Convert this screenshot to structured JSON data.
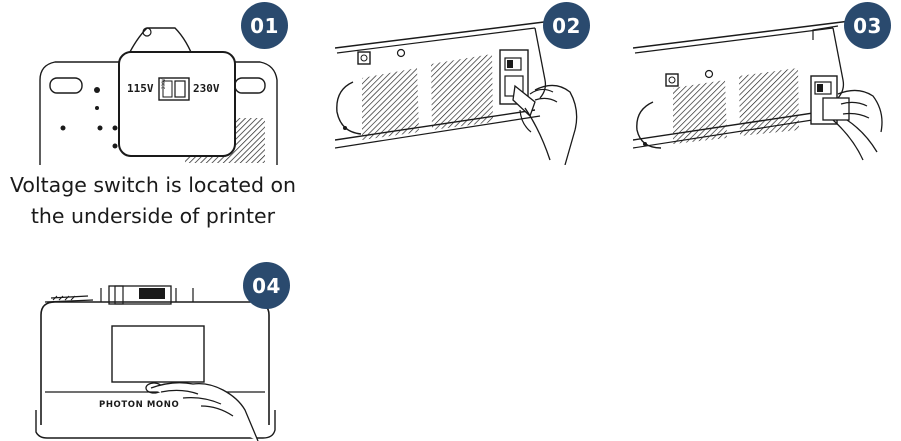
{
  "steps": [
    {
      "number": "01",
      "switch_left_label": "115V",
      "switch_right_label": "230V",
      "switch_mini_label": "230V",
      "caption_line1": "Voltage switch is located on",
      "caption_line2": "the underside of printer"
    },
    {
      "number": "02"
    },
    {
      "number": "03"
    },
    {
      "number": "04",
      "printer_brand": "PHOTON MONO"
    }
  ],
  "colors": {
    "badge": "#2a4a6e",
    "line_art": "#1a1a1a"
  }
}
